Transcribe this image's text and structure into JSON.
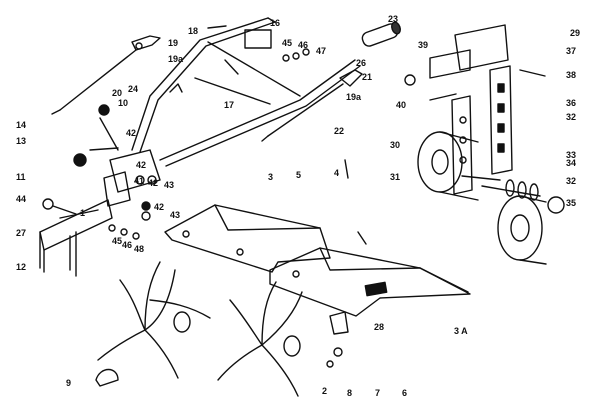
{
  "diagram": {
    "callouts": [
      "1",
      "2",
      "3",
      "3 A",
      "4",
      "5",
      "6",
      "7",
      "8",
      "9",
      "10",
      "11",
      "12",
      "13",
      "14",
      "16",
      "17",
      "18",
      "19",
      "19a",
      "19a",
      "20",
      "21",
      "22",
      "23",
      "24",
      "26",
      "27",
      "28",
      "29",
      "30",
      "31",
      "32",
      "32",
      "33",
      "34",
      "35",
      "36",
      "37",
      "38",
      "39",
      "40",
      "41",
      "42",
      "42",
      "42",
      "42",
      "43",
      "43",
      "44",
      "45",
      "45",
      "46",
      "46",
      "47",
      "48"
    ]
  }
}
